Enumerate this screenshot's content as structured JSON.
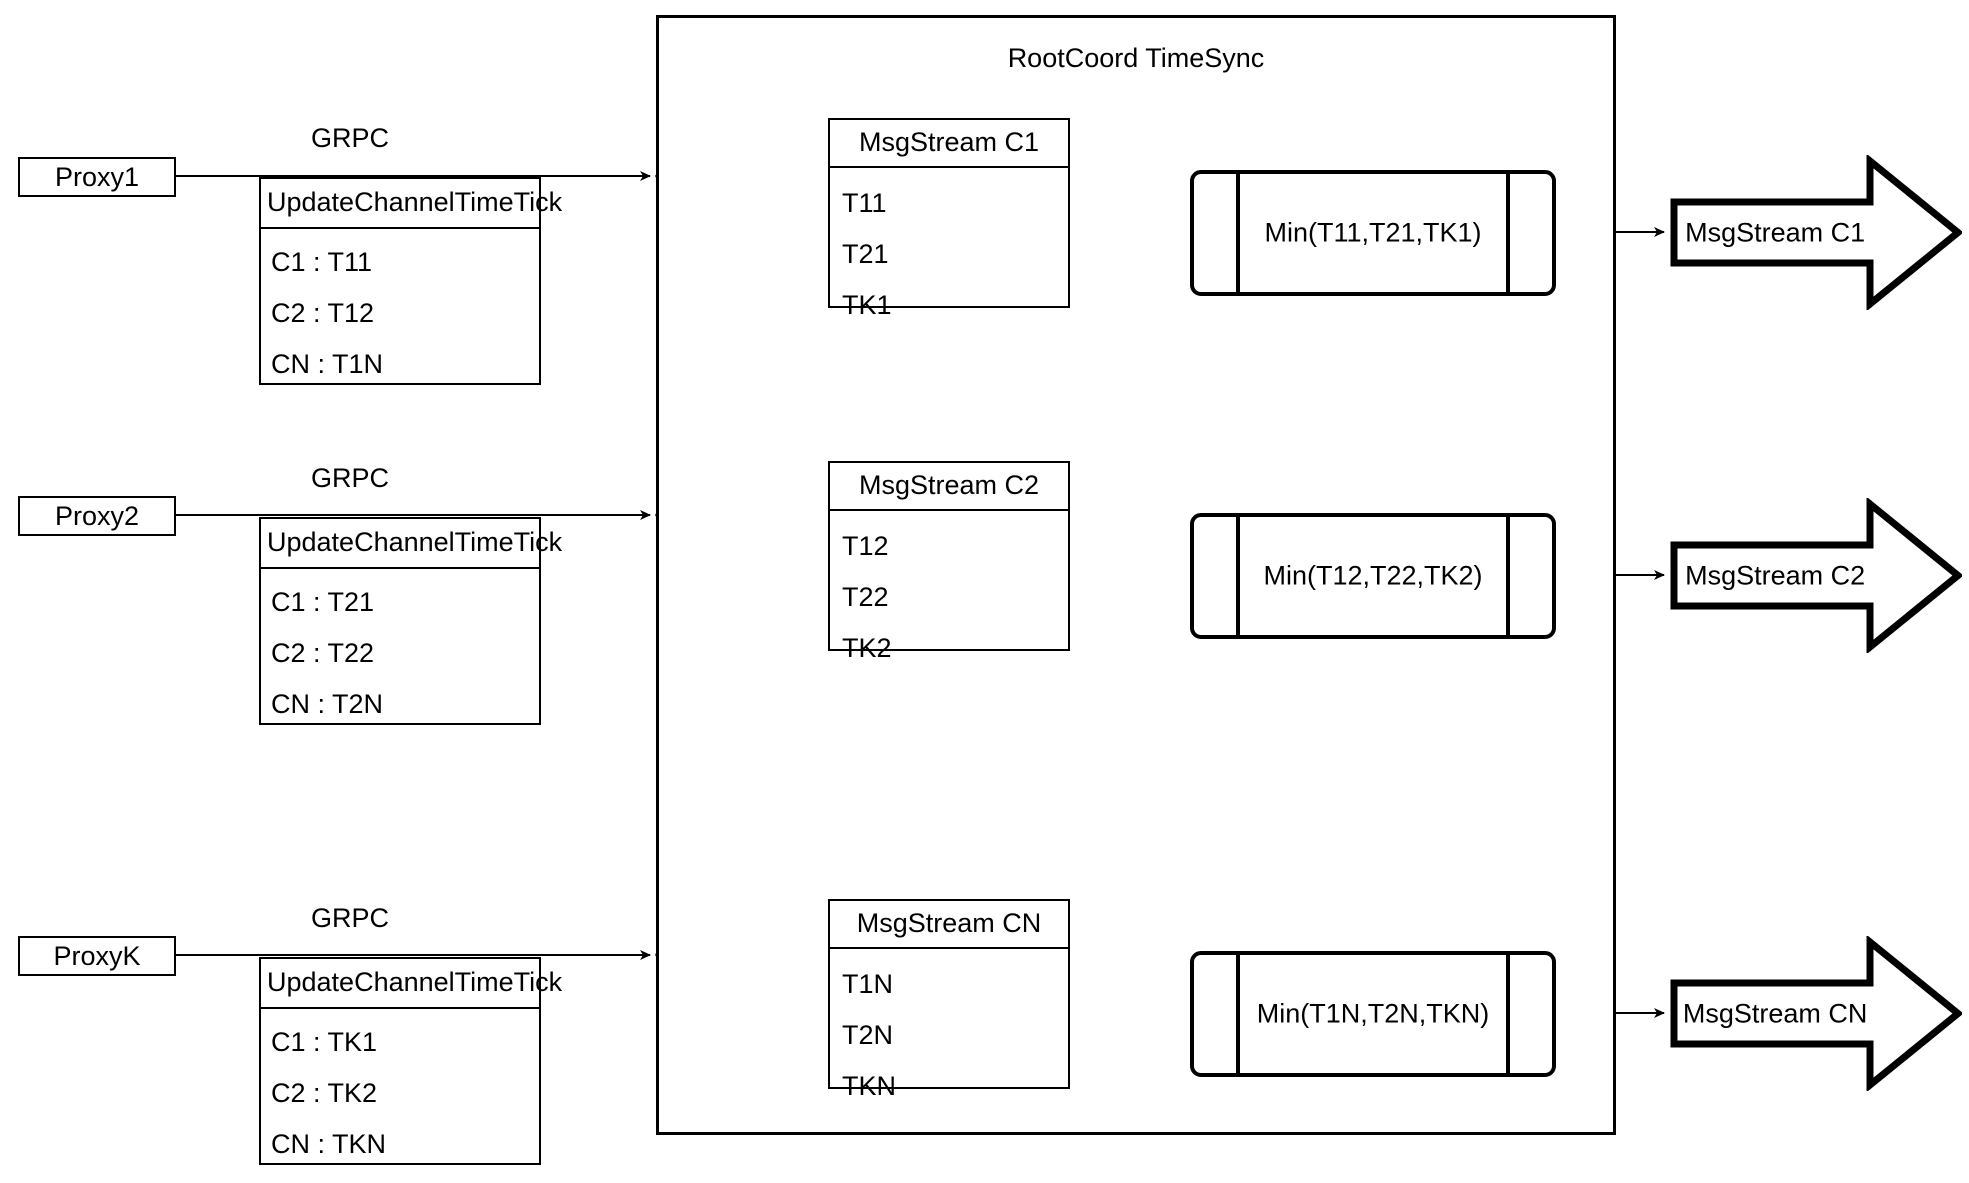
{
  "diagram": {
    "title": "RootCoord TimeSync",
    "proxies": [
      {
        "name": "Proxy1",
        "link_label": "GRPC",
        "rpc": {
          "header": "UpdateChannelTimeTick",
          "rows": [
            "C1 :  T11",
            "C2 :  T12",
            "CN : T1N"
          ]
        }
      },
      {
        "name": "Proxy2",
        "link_label": "GRPC",
        "rpc": {
          "header": "UpdateChannelTimeTick",
          "rows": [
            "C1 :  T21",
            "C2 :  T22",
            "CN : T2N"
          ]
        }
      },
      {
        "name": "ProxyK",
        "link_label": "GRPC",
        "rpc": {
          "header": "UpdateChannelTimeTick",
          "rows": [
            "C1 :  TK1",
            "C2 :  TK2",
            "CN : TKN"
          ]
        }
      }
    ],
    "channels": [
      {
        "stream": {
          "header": "MsgStream C1",
          "rows": [
            "T11",
            "T21",
            "TK1"
          ]
        },
        "min": "Min(T11,T21,TK1)",
        "output": "MsgStream C1"
      },
      {
        "stream": {
          "header": "MsgStream C2",
          "rows": [
            "T12",
            "T22",
            "TK2"
          ]
        },
        "min": "Min(T12,T22,TK2)",
        "output": "MsgStream C2"
      },
      {
        "stream": {
          "header": "MsgStream CN",
          "rows": [
            "T1N",
            "T2N",
            "TKN"
          ]
        },
        "min": "Min(T1N,T2N,TKN)",
        "output": "MsgStream CN"
      }
    ],
    "colors": {
      "stroke": "#000000",
      "background": "#ffffff"
    }
  }
}
